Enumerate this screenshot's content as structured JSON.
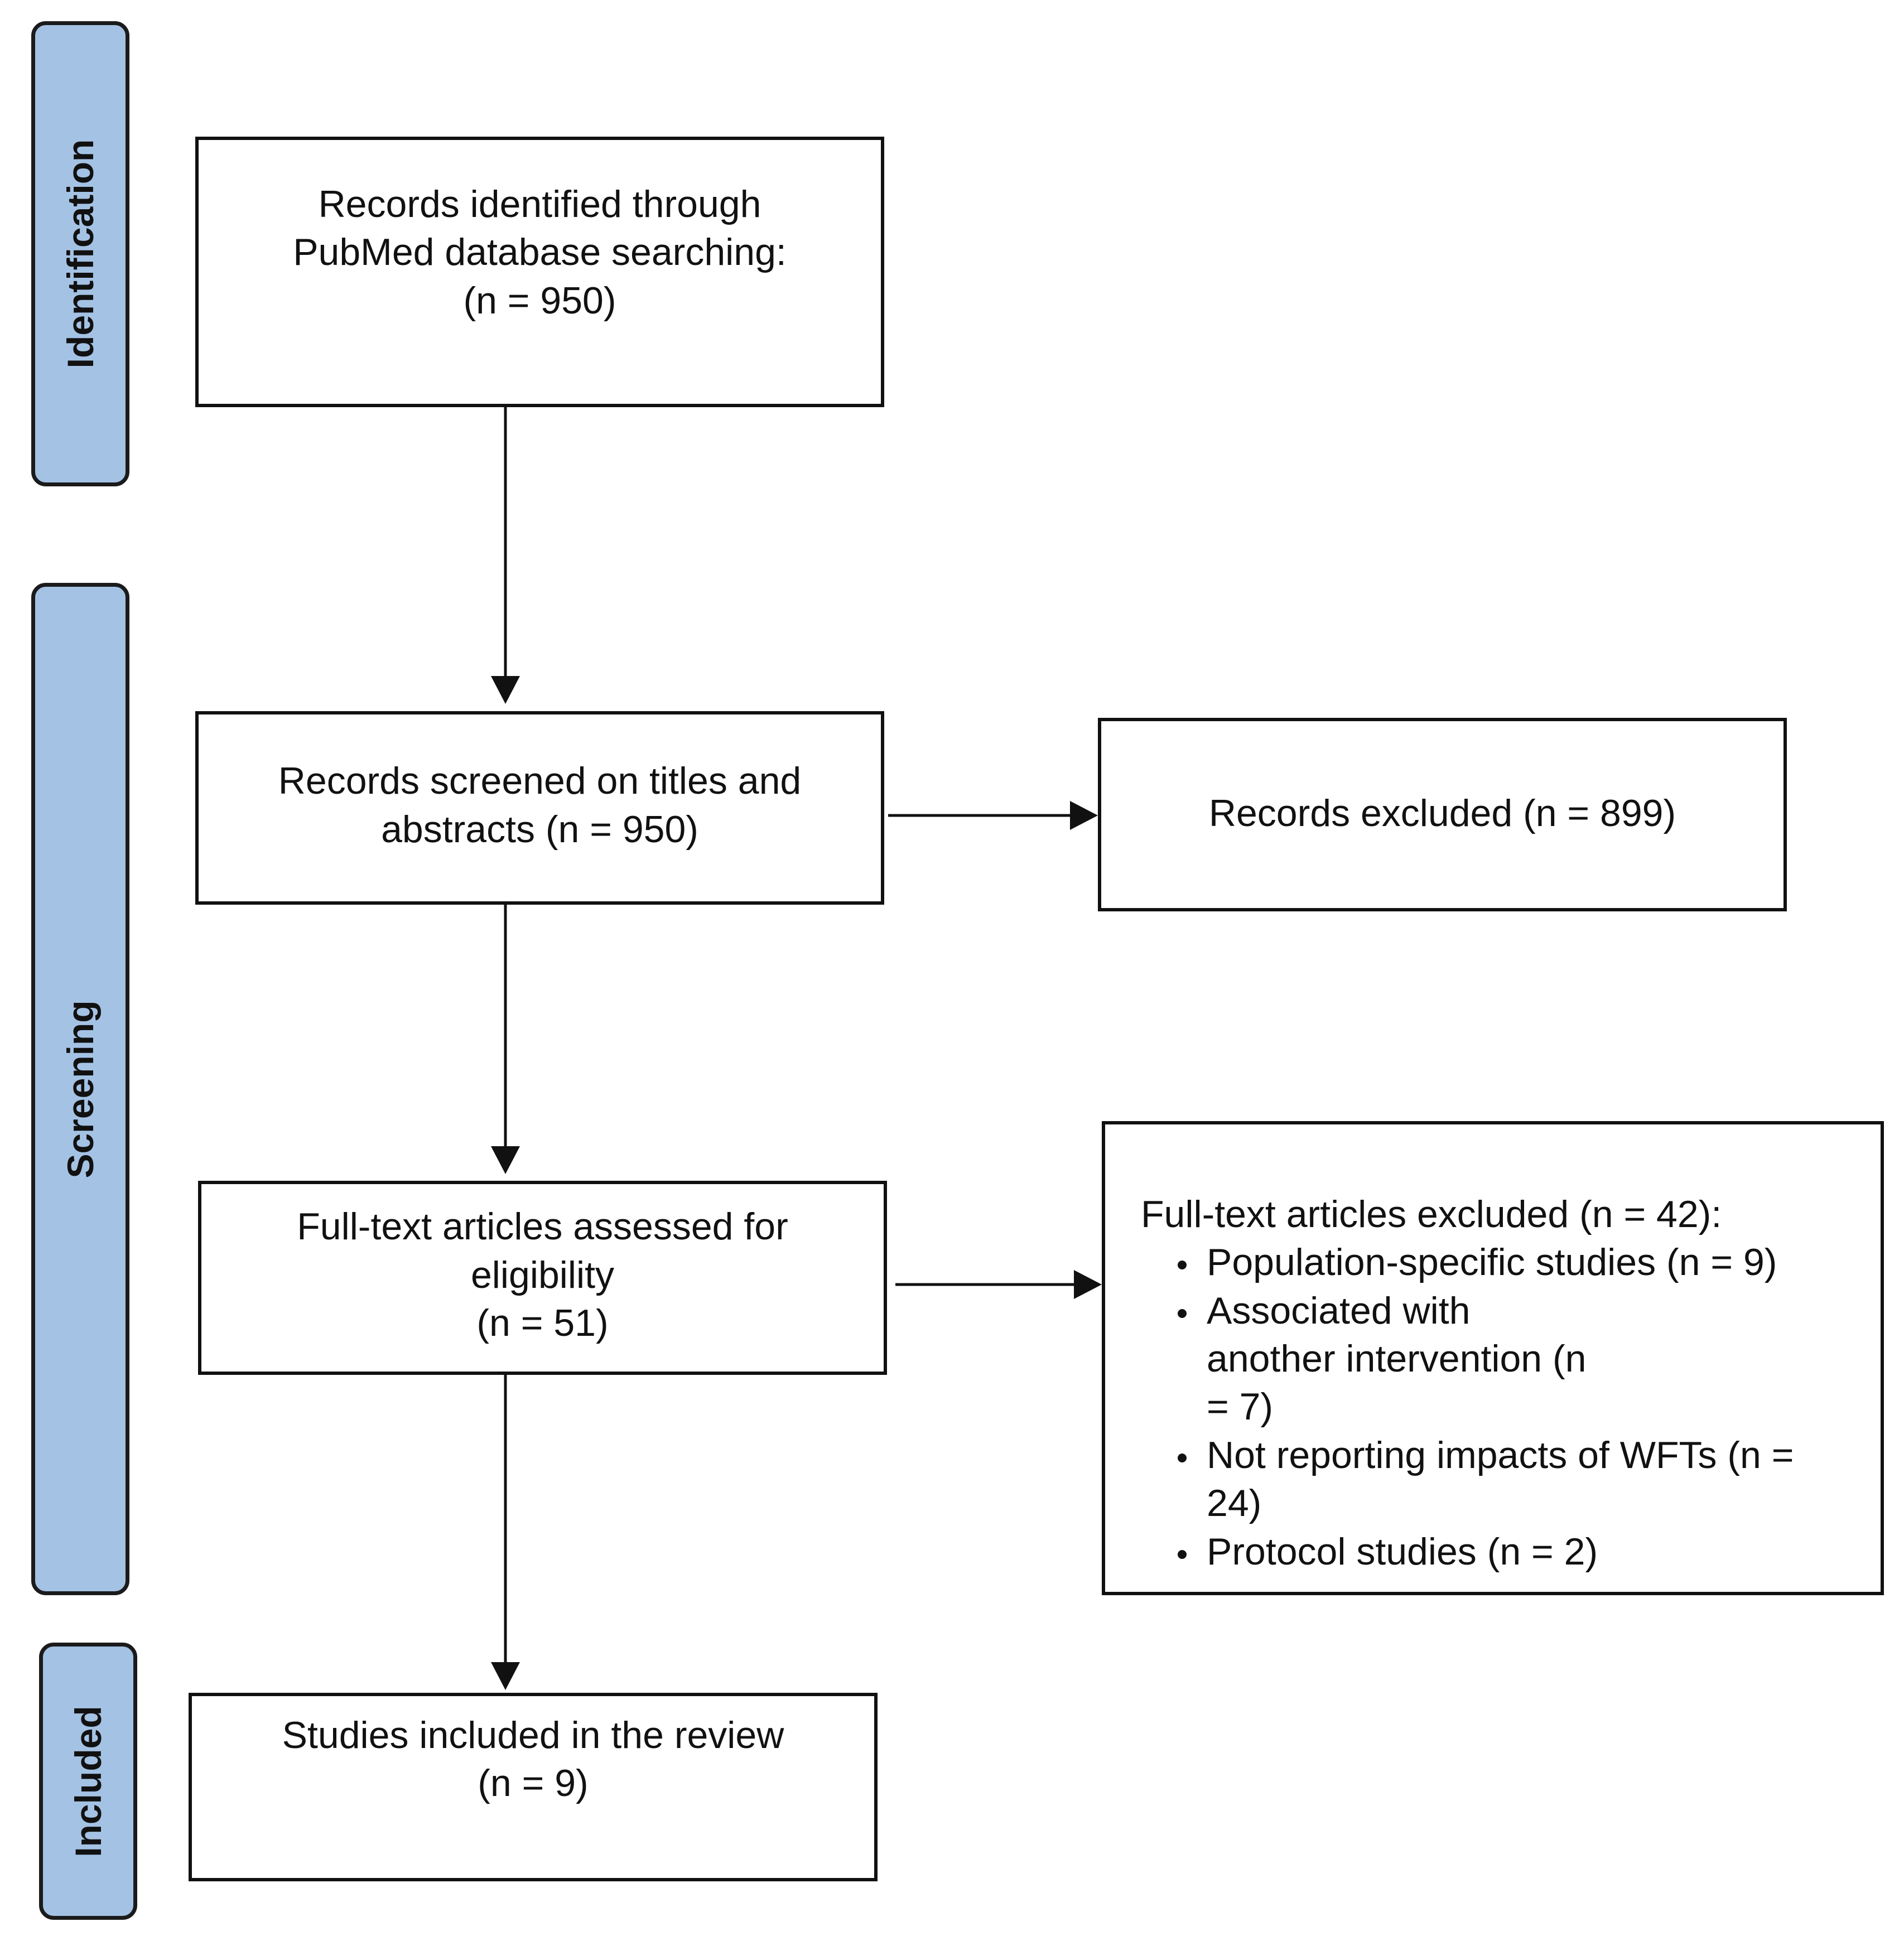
{
  "phases": {
    "identification": "Identification",
    "screening": "Screening",
    "included": "Included"
  },
  "boxes": {
    "identified": {
      "line1": "Records identified through",
      "line2": "PubMed database searching:",
      "line3": "(n = 950)"
    },
    "screened": {
      "line1": "Records screened on titles and",
      "line2": "abstracts (n = 950)"
    },
    "records_excluded": {
      "text": "Records excluded (n = 899)"
    },
    "assessed": {
      "line1": "Full-text articles assessed for",
      "line2": "eligibility",
      "line3": "(n = 51)"
    },
    "fulltext_excluded": {
      "heading": "Full-text articles excluded (n = 42):",
      "reasons": [
        "Population-specific studies (n = 9)",
        "Associated with another intervention (n = 7)",
        "Not reporting impacts of WFTs (n = 24)",
        "Protocol studies (n = 2)"
      ]
    },
    "included": {
      "line1": "Studies included in the review",
      "line2": "(n = 9)"
    }
  }
}
